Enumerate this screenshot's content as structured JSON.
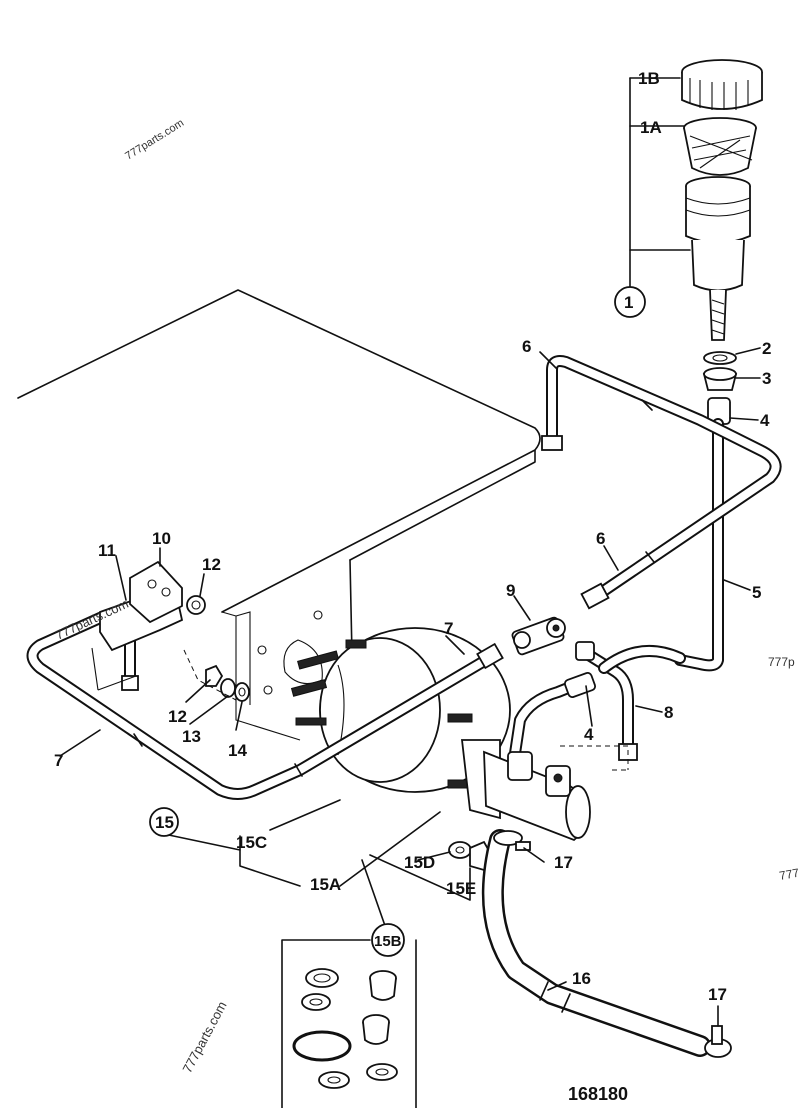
{
  "drawing_number": "168180",
  "watermarks": [
    "777parts.com",
    "777parts.com",
    "777parts.com",
    "777p",
    "777"
  ],
  "callouts": {
    "c1B": "1B",
    "c1A": "1A",
    "c1": "1",
    "c2": "2",
    "c3": "3",
    "c4a": "4",
    "c4b": "4",
    "c5": "5",
    "c6a": "6",
    "c6b": "6",
    "c7a": "7",
    "c7b": "7",
    "c8": "8",
    "c9": "9",
    "c10": "10",
    "c11": "11",
    "c12a": "12",
    "c12b": "12",
    "c13": "13",
    "c14": "14",
    "c15": "15",
    "c15A": "15A",
    "c15B": "15B",
    "c15C": "15C",
    "c15D": "15D",
    "c15E": "15E",
    "c16": "16",
    "c17a": "17",
    "c17b": "17"
  }
}
